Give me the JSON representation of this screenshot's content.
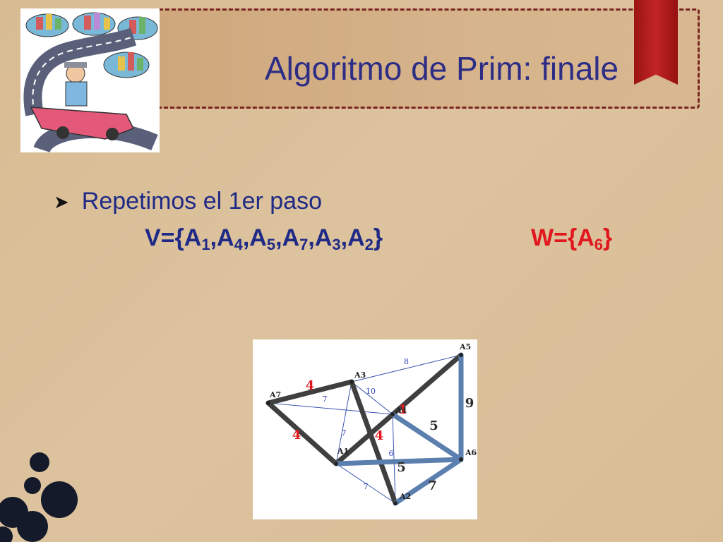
{
  "slide": {
    "title": "Algoritmo de Prim: finale",
    "bullet": "Repetimos el 1er paso",
    "set_v": {
      "prefix": "V={",
      "items": [
        {
          "base": "A",
          "sub": "1"
        },
        {
          "base": "A",
          "sub": "4"
        },
        {
          "base": "A",
          "sub": "5"
        },
        {
          "base": "A",
          "sub": "7"
        },
        {
          "base": "A",
          "sub": "3"
        },
        {
          "base": "A",
          "sub": "2"
        }
      ],
      "suffix": "}"
    },
    "set_w": {
      "prefix": "W={",
      "items": [
        {
          "base": "A",
          "sub": "6"
        }
      ],
      "suffix": "}"
    }
  },
  "colors": {
    "title": "#2e2d86",
    "text": "#1f2a86",
    "w_set": "#e0181e",
    "ribbon": "#b11c1c",
    "frame": "#7a2323",
    "tree_edge": "#3f3f3f",
    "chosen_edge": "#5b7fae",
    "thin_edge": "#3b55b0",
    "weight_red": "#e0181e",
    "weight_blue": "#2a3db8",
    "weight_dark": "#2b2b2b"
  },
  "graph": {
    "nodes": [
      {
        "id": "A1",
        "label": "A1"
      },
      {
        "id": "A2",
        "label": "A2"
      },
      {
        "id": "A3",
        "label": "A3"
      },
      {
        "id": "A4",
        "label": "A4"
      },
      {
        "id": "A5",
        "label": "A5"
      },
      {
        "id": "A6",
        "label": "A6"
      },
      {
        "id": "A7",
        "label": "A7"
      }
    ],
    "edges": [
      {
        "from": "A7",
        "to": "A3",
        "weight": "4",
        "style": "tree",
        "weight_color": "red"
      },
      {
        "from": "A7",
        "to": "A1",
        "weight": "4",
        "style": "tree",
        "weight_color": "red"
      },
      {
        "from": "A1",
        "to": "A5",
        "weight": "1",
        "style": "tree",
        "weight_color": "red"
      },
      {
        "from": "A3",
        "to": "A2",
        "weight": "4",
        "style": "tree",
        "weight_color": "red"
      },
      {
        "from": "A5",
        "to": "A6",
        "weight": "9",
        "style": "chosen",
        "weight_color": "dark"
      },
      {
        "from": "A4",
        "to": "A6",
        "weight": "5",
        "style": "chosen",
        "weight_color": "dark"
      },
      {
        "from": "A1",
        "to": "A6",
        "weight": "5",
        "style": "chosen",
        "weight_color": "dark"
      },
      {
        "from": "A2",
        "to": "A6",
        "weight": "7",
        "style": "chosen",
        "weight_color": "dark"
      },
      {
        "from": "A3",
        "to": "A5",
        "weight": "8",
        "style": "thin",
        "weight_color": "blue"
      },
      {
        "from": "A3",
        "to": "A4",
        "weight": "10",
        "style": "thin",
        "weight_color": "blue"
      },
      {
        "from": "A7",
        "to": "A4",
        "weight": "7",
        "style": "thin",
        "weight_color": "blue"
      },
      {
        "from": "A3",
        "to": "A1",
        "weight": "7",
        "style": "thin",
        "weight_color": "blue"
      },
      {
        "from": "A4",
        "to": "A2",
        "weight": "6",
        "style": "thin",
        "weight_color": "blue"
      },
      {
        "from": "A1",
        "to": "A2",
        "weight": "7",
        "style": "thin",
        "weight_color": "blue"
      }
    ]
  }
}
